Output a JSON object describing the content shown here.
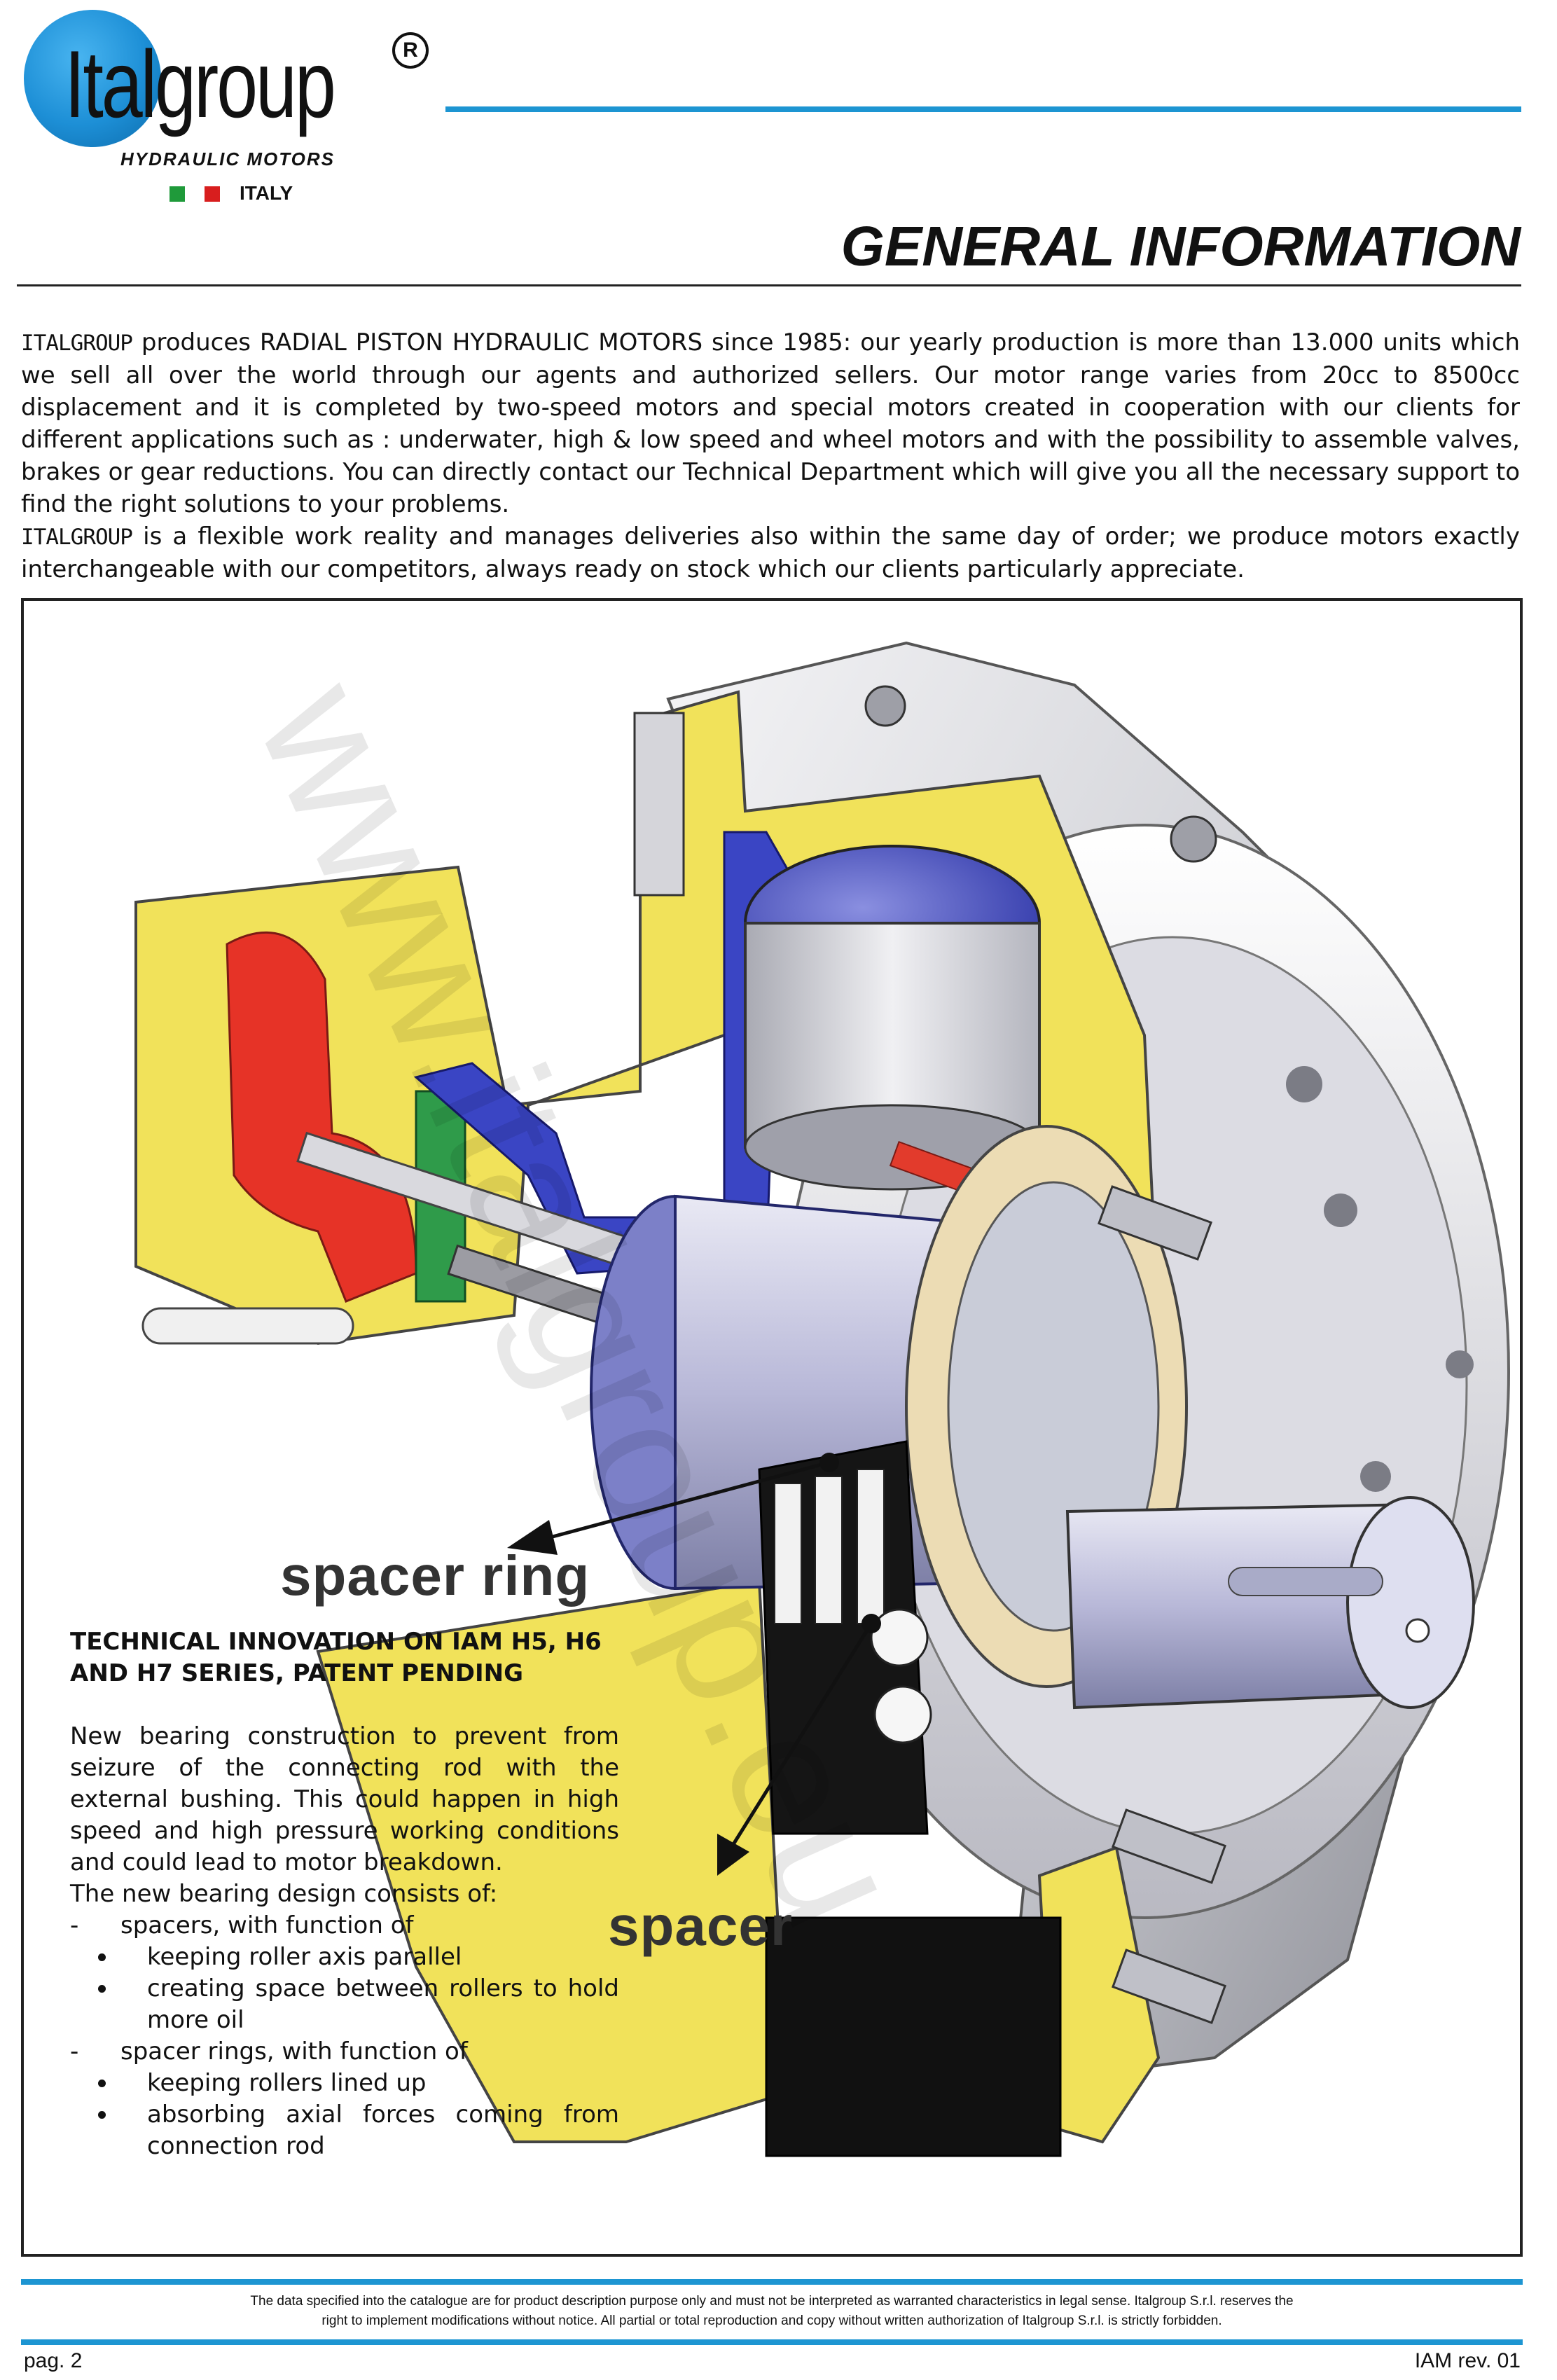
{
  "header": {
    "brand_initial": "I",
    "brand_rest": "talgroup",
    "registered_mark": "R",
    "tagline": "HYDRAULIC MOTORS",
    "country": "ITALY",
    "title": "GENERAL INFORMATION",
    "colors": {
      "accent_blue": "#1d95d2",
      "flag_green": "#1f9a3a",
      "flag_red": "#d81e1e"
    }
  },
  "intro": {
    "p1_brand": "ITALGROUP",
    "p1_text": " produces RADIAL PISTON HYDRAULIC MOTORS since 1985: our yearly production is more than 13.000 units which we sell all over the world through our agents and authorized sellers. Our motor range varies from 20cc to 8500cc displacement and it is completed by two-speed motors and special motors created in cooperation with our clients for different applications such as : underwater, high & low speed and wheel motors and with the possibility to assemble valves, brakes or gear reductions. You can directly contact our Technical Department which will give you all the necessary support to find the right solutions to your problems.",
    "p2_brand": "ITALGROUP",
    "p2_text": " is a flexible work reality and manages deliveries also within the same day of order; we produce motors exactly interchangeable with our competitors, always ready on stock which our clients particularly appreciate."
  },
  "figure": {
    "callout_spacer_ring": "spacer ring",
    "callout_spacer": "spacer",
    "watermark": "www.italgroup.eu"
  },
  "tech_box": {
    "title": "TECHNICAL INNOVATION ON IAM H5, H6 AND H7 SERIES, PATENT PENDING",
    "body": "New bearing construction to prevent from seizure of the connecting rod with the external bushing. This could happen in high speed and high pressure working conditions and could lead to motor breakdown.",
    "consists": "The new bearing design consists of:",
    "item1": "spacers, with function of",
    "item1_bullets": [
      "keeping roller axis parallel",
      "creating space between rollers to hold more oil"
    ],
    "item2": "spacer rings, with function of",
    "item2_bullets": [
      "keeping rollers lined up",
      "absorbing axial forces coming from connection rod"
    ]
  },
  "footer": {
    "disclaimer_line1": "The data specified into the catalogue are for product description purpose only and must not be interpreted as warranted characteristics in legal sense. Italgroup S.r.l. reserves the",
    "disclaimer_line2": "right to implement modifications without notice. All partial or total reproduction and copy without written authorization of Italgroup S.r.l. is strictly forbidden.",
    "page": "pag. 2",
    "revision": "IAM rev. 01"
  }
}
